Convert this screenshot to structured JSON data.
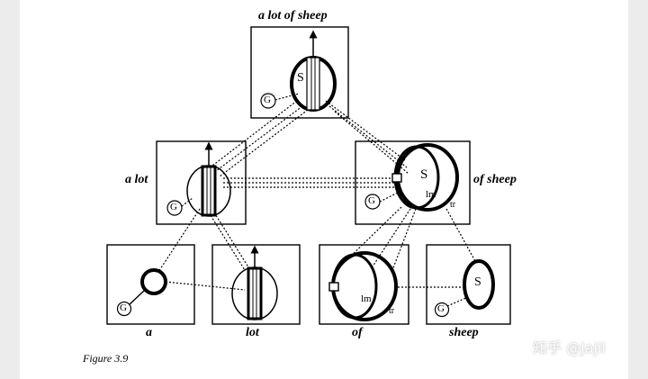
{
  "labels": {
    "top": "a lot of sheep",
    "mid_left": "a lot",
    "mid_right": "of sheep",
    "bot_a": "a",
    "bot_lot": "lot",
    "bot_of": "of",
    "bot_sheep": "sheep"
  },
  "inner_marks": {
    "s": "S",
    "g": "G",
    "lm": "lm",
    "tr": "tr"
  },
  "caption": "Figure 3.9",
  "watermark": "知乎 @Jajil"
}
